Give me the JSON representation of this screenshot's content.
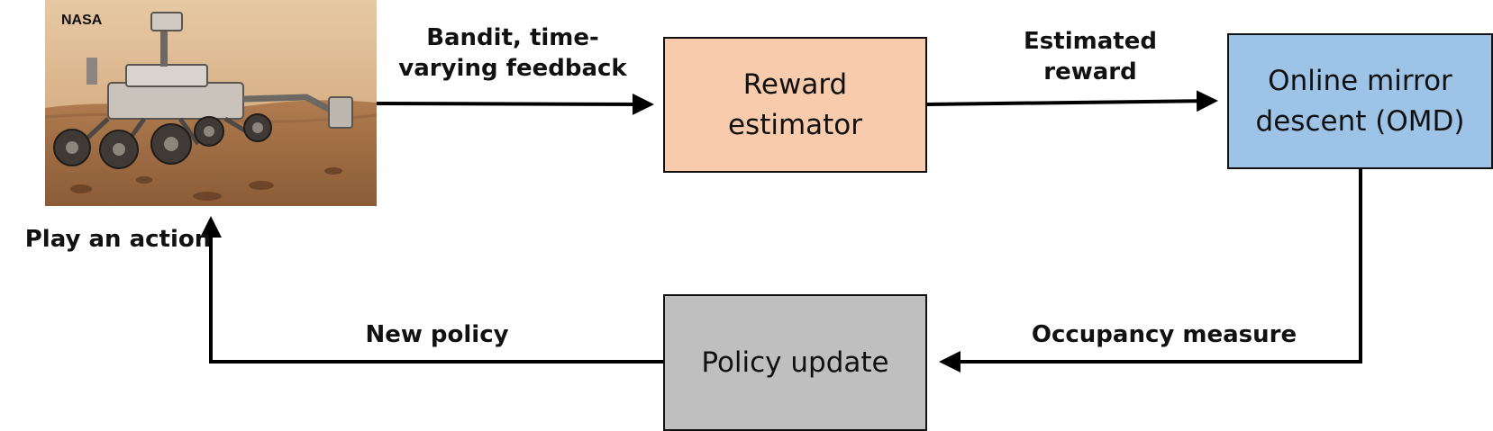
{
  "photo": {
    "credit": "NASA",
    "subject": "Mars rover"
  },
  "nodes": {
    "reward_estimator": "Reward\nestimator",
    "omd": "Online mirror\ndescent (OMD)",
    "policy_update": "Policy update"
  },
  "edges": {
    "feedback": "Bandit, time-\nvarying feedback",
    "estimated_reward": "Estimated\nreward",
    "occupancy_measure": "Occupancy measure",
    "new_policy": "New policy",
    "play_action": "Play an action"
  },
  "colors": {
    "reward_estimator": "#f7cbac",
    "omd": "#9dc3e6",
    "policy_update": "#bfbfbf"
  }
}
